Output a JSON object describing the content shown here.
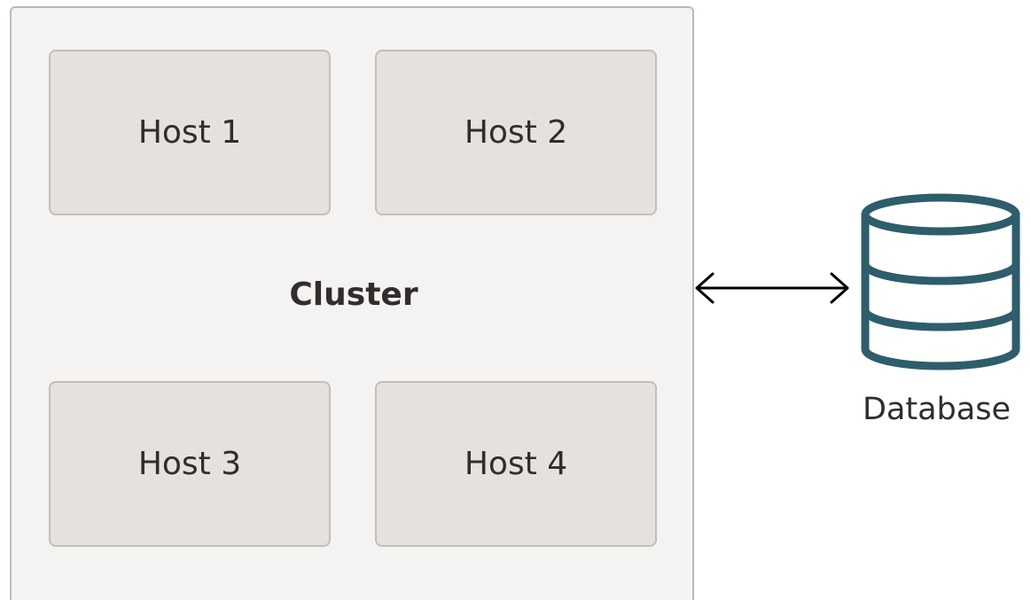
{
  "cluster": {
    "label": "Cluster",
    "hosts": [
      {
        "label": "Host 1"
      },
      {
        "label": "Host 2"
      },
      {
        "label": "Host 3"
      },
      {
        "label": "Host 4"
      }
    ]
  },
  "database": {
    "label": "Database",
    "icon": "database-icon"
  },
  "connection": {
    "direction": "bidirectional",
    "icon": "double-arrow-icon"
  },
  "colors": {
    "cluster_bg": "#f4f3f2",
    "cluster_border": "#bdbab6",
    "host_bg": "#e5e1dc",
    "host_border": "#c3beb8",
    "text": "#312d2a",
    "database_stroke": "#2e5d6b",
    "arrow": "#000000"
  }
}
